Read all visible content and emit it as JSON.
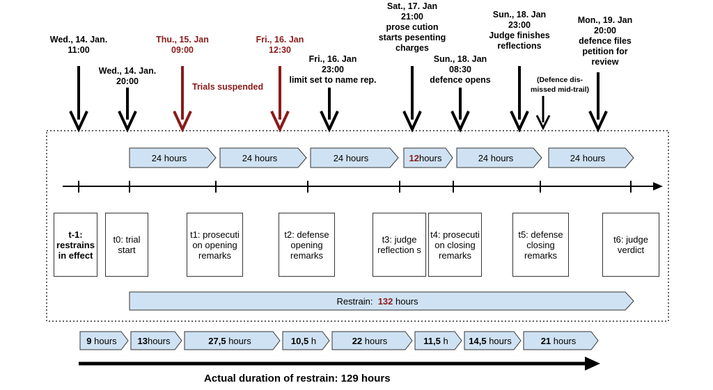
{
  "events": [
    {
      "id": "e1",
      "lines": [
        "Wed., 14. Jan.",
        "11:00"
      ],
      "red": false
    },
    {
      "id": "e2",
      "lines": [
        "Wed., 14. Jan.",
        "20:00"
      ],
      "red": false
    },
    {
      "id": "e3",
      "lines": [
        "Thu., 15. Jan",
        "09:00"
      ],
      "red": true
    },
    {
      "id": "e4",
      "lines": [
        "Fri., 16. Jan",
        "12:30"
      ],
      "red": true
    },
    {
      "id": "e5",
      "lines": [
        "Fri., 16. Jan",
        "23:00",
        "limit set to name rep."
      ],
      "red": false
    },
    {
      "id": "e6",
      "lines": [
        "Sat., 17. Jan",
        "21:00",
        "prose cution",
        "starts pesenting",
        "charges"
      ],
      "red": false
    },
    {
      "id": "e7",
      "lines": [
        "Sun., 18. Jan",
        "08:30",
        "defence opens"
      ],
      "red": false
    },
    {
      "id": "e8",
      "lines": [
        "Sun., 18. Jan",
        "23:00",
        "Judge finishes",
        "reflections"
      ],
      "red": false
    },
    {
      "id": "e9",
      "lines": [
        "(Defence dis-",
        "missed mid-trail)"
      ],
      "red": false
    },
    {
      "id": "e10",
      "lines": [
        "Mon., 19. Jan",
        "20:00",
        "defence files",
        "petition for",
        "review"
      ],
      "red": false
    }
  ],
  "trials_suspended": "Trials suspended",
  "periods": [
    "24 hours",
    "24 hours",
    "24 hours",
    "12",
    "hours",
    "24 hours",
    "24 hours"
  ],
  "milestones": [
    {
      "id": "t-1",
      "text": "t-1: restrains in effect"
    },
    {
      "id": "t0",
      "text": "t0: trial start"
    },
    {
      "id": "t1",
      "text": "t1: prosecuti on opening remarks"
    },
    {
      "id": "t2",
      "text": "t2: defense opening remarks"
    },
    {
      "id": "t3",
      "text": "t3: judge reflection s"
    },
    {
      "id": "t4",
      "text": "t4: prosecuti on closing remarks"
    },
    {
      "id": "t5",
      "text": "t5: defense closing remarks"
    },
    {
      "id": "t6",
      "text": "t6: judge verdict"
    }
  ],
  "restrain": {
    "label": "Restrain:",
    "hours": "132",
    "unit": "hours"
  },
  "durations": [
    {
      "n": "9",
      "u": "hours"
    },
    {
      "n": "13",
      "u": "hours"
    },
    {
      "n": "27,5",
      "u": "hours"
    },
    {
      "n": "10,5",
      "u": "h"
    },
    {
      "n": "22",
      "u": "hours"
    },
    {
      "n": "11,5",
      "u": "h"
    },
    {
      "n": "14,5",
      "u": "hours"
    },
    {
      "n": "21",
      "u": "hours"
    }
  ],
  "actual_duration": "Actual duration of restrain: 129 hours",
  "colors": {
    "chevron_fill": "#cfe2f3",
    "accent_red": "#8b1a1a"
  }
}
